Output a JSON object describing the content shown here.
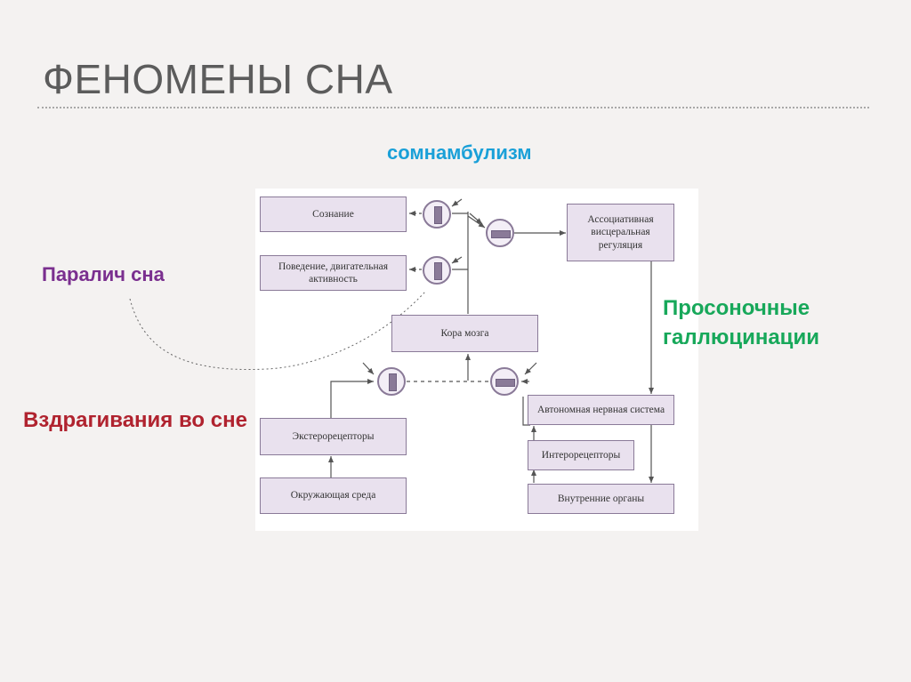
{
  "slide": {
    "title": "ФЕНОМЕНЫ СНА"
  },
  "annotations": {
    "somnambulism": "сомнамбулизм",
    "sleep_paralysis": "Паралич сна",
    "hypnagogic_hallucinations": "Просоночные галлюцинации",
    "sleep_starts": "Вздрагивания во сне"
  },
  "diagram": {
    "consciousness": "Сознание",
    "behavior": "Поведение, двигательная активность",
    "cortex": "Кора мозга",
    "assoc_visceral": "Ассоциативная висцеральная регуляция",
    "autonomic": "Автономная нервная система",
    "interoceptors": "Интерорецепторы",
    "internal_organs": "Внутренние органы",
    "exteroceptors": "Экстерорецепторы",
    "environment": "Окружающая среда"
  },
  "colors": {
    "box_fill": "#e9e1ee",
    "box_border": "#8a7a98",
    "somnambulism": "#1aa0d8",
    "sleep_paralysis": "#7a2f8f",
    "hallucinations": "#17a85a",
    "sleep_starts": "#b0232f"
  },
  "gates": {
    "excitatory": "excitatory-gate-icon",
    "inhibitory": "inhibitory-gate-icon"
  }
}
